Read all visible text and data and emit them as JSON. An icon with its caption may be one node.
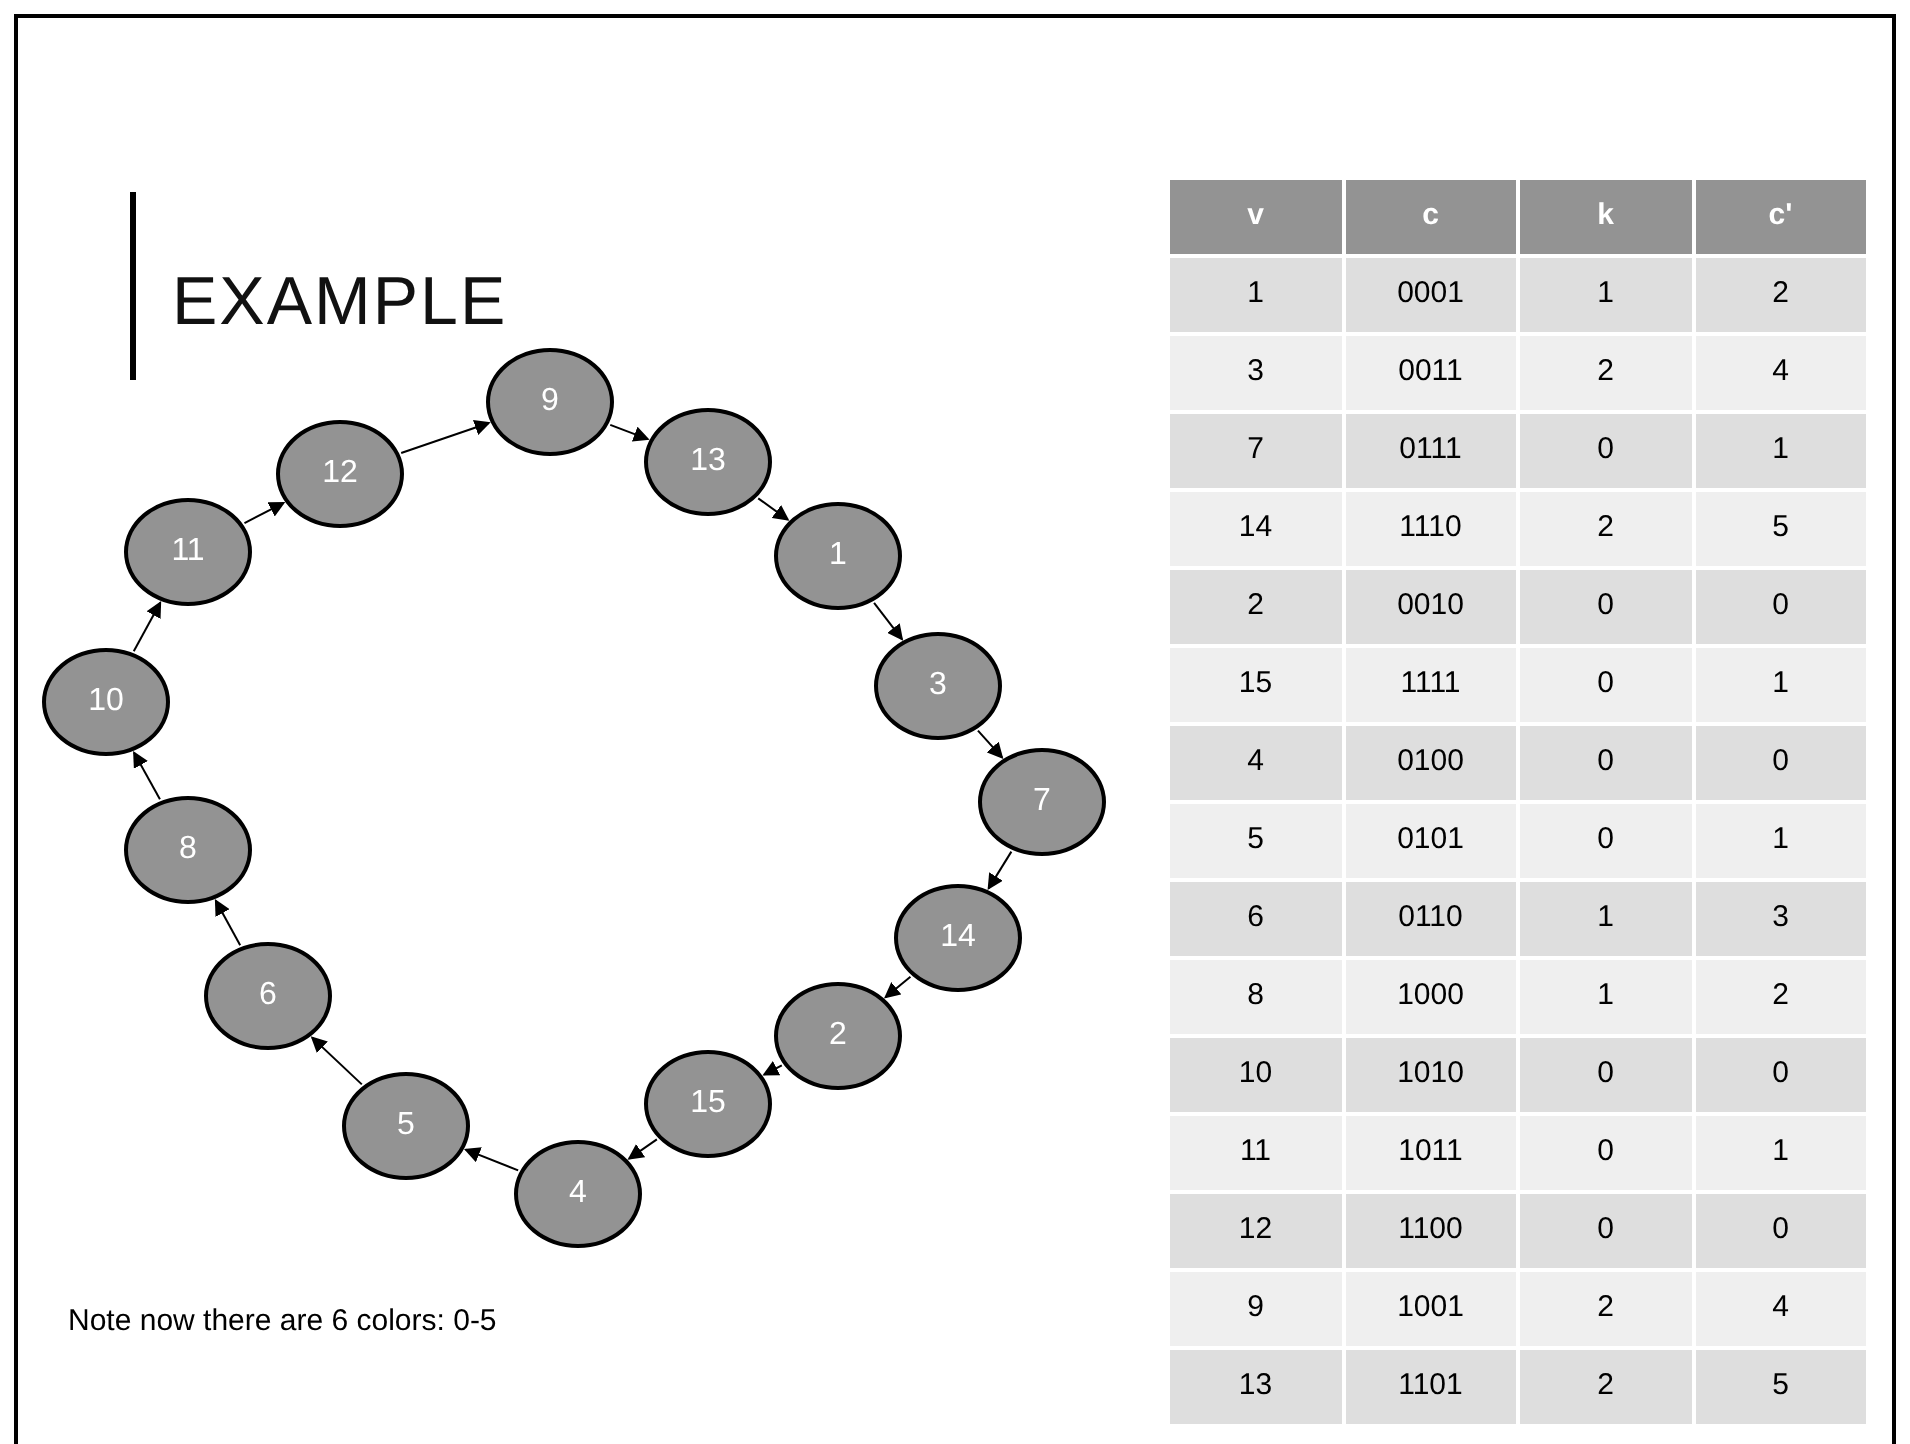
{
  "diagram": {
    "title": "EXAMPLE",
    "nodes": [
      {
        "text": [
          "9"
        ]
      },
      {
        "text": [
          "12"
        ]
      },
      {
        "text": [
          "13"
        ]
      },
      {
        "text": [
          "11"
        ]
      },
      {
        "text": [
          "1"
        ]
      },
      {
        "text": [
          "10"
        ]
      },
      {
        "text": [
          "3"
        ]
      },
      {
        "text": [
          "8"
        ]
      },
      {
        "text": [
          "7"
        ]
      },
      {
        "text": [
          "14"
        ]
      },
      {
        "text": [
          "6"
        ]
      },
      {
        "text": [
          "2"
        ]
      },
      {
        "text": [
          "15"
        ]
      },
      {
        "text": [
          "5"
        ]
      },
      {
        "text": [
          "4"
        ]
      }
    ],
    "edges": [
      {
        "from": 1,
        "to": 0,
        "arrow": "to"
      },
      {
        "from": 0,
        "to": 2,
        "arrow": "to"
      },
      {
        "from": 2,
        "to": 4,
        "arrow": "to"
      },
      {
        "from": 4,
        "to": 6,
        "arrow": "to"
      },
      {
        "from": 6,
        "to": 8,
        "arrow": "to"
      },
      {
        "from": 8,
        "to": 9,
        "arrow": "to"
      },
      {
        "from": 9,
        "to": 11,
        "arrow": "to"
      },
      {
        "from": 11,
        "to": 12,
        "arrow": "to"
      },
      {
        "from": 12,
        "to": 14,
        "arrow": "to"
      },
      {
        "from": 14,
        "to": 13,
        "arrow": "to"
      },
      {
        "from": 13,
        "to": 10,
        "arrow": "to"
      },
      {
        "from": 10,
        "to": 7,
        "arrow": "to"
      },
      {
        "from": 7,
        "to": 5,
        "arrow": "to"
      },
      {
        "from": 5,
        "to": 3,
        "arrow": "to"
      },
      {
        "from": 3,
        "to": 1,
        "arrow": "to"
      }
    ],
    "labels": [
      "v",
      "c",
      "k",
      "c'",
      "1",
      "0001",
      "1",
      "2",
      "3",
      "0011",
      "2",
      "4",
      "7",
      "0111",
      "0",
      "1",
      "14",
      "1110",
      "2",
      "5",
      "2",
      "0010",
      "0",
      "0",
      "15",
      "1111",
      "0",
      "1",
      "4",
      "0100",
      "0",
      "0",
      "5",
      "0101",
      "0",
      "1",
      "6",
      "0110",
      "1",
      "3",
      "8",
      "1000",
      "1",
      "2",
      "10",
      "1010",
      "0",
      "0",
      "11",
      "1011",
      "0",
      "1",
      "12",
      "1100",
      "0",
      "0",
      "9",
      "1001",
      "2",
      "4",
      "13",
      "1101",
      "2",
      "5",
      "Note now there are 6 colors: 0-5"
    ]
  }
}
